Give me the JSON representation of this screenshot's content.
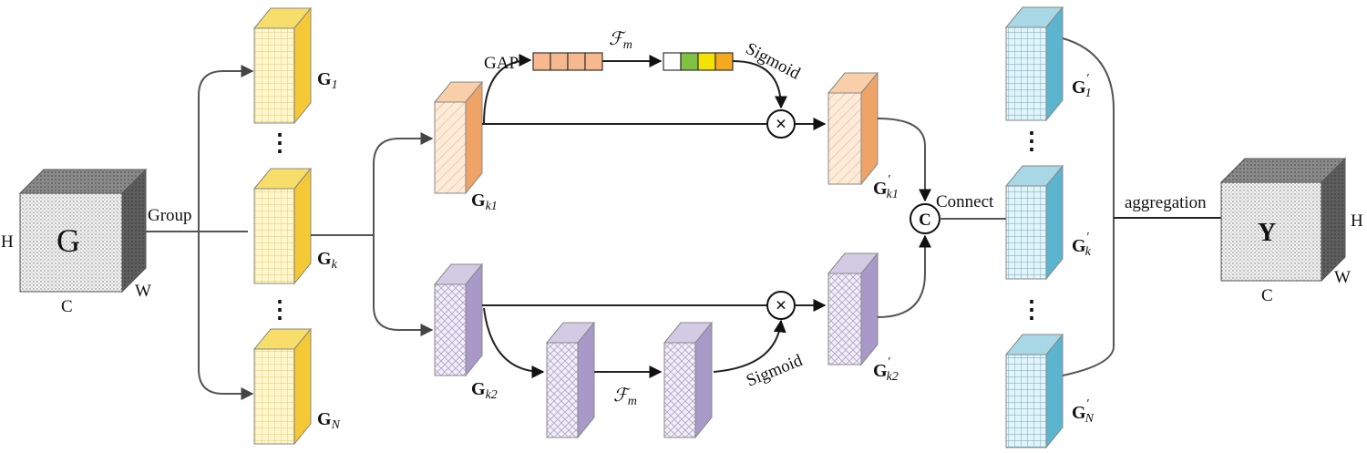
{
  "input": {
    "letter": "G",
    "h_label": "H",
    "w_label": "W",
    "c_label": "C"
  },
  "op_group": "Group",
  "groups": {
    "g1": {
      "main": "G",
      "sub": "1"
    },
    "gk": {
      "main": "G",
      "sub": "k"
    },
    "gn": {
      "main": "G",
      "sub": "N"
    },
    "dots": "⋮"
  },
  "branches": {
    "gk1": {
      "main": "G",
      "sub": "k1"
    },
    "gk2": {
      "main": "G",
      "sub": "k2"
    },
    "gap": "GAP",
    "fm_top": "ℱ",
    "fm_top_sub": "m",
    "fm_bottom": "ℱ",
    "fm_bottom_sub": "m",
    "sigmoid_top": "Sigmoid",
    "sigmoid_bottom": "Sigmoid",
    "multiply_symbol": "×",
    "gk1p": {
      "main": "G",
      "prime": "′",
      "sub": "k1"
    },
    "gk2p": {
      "main": "G",
      "prime": "′",
      "sub": "k2"
    }
  },
  "connect": {
    "symbol": "C",
    "label": "Connect"
  },
  "outputs": {
    "g1p": {
      "main": "G",
      "prime": "′",
      "sub": "1"
    },
    "gkp": {
      "main": "G",
      "prime": "′",
      "sub": "k"
    },
    "gnp": {
      "main": "G",
      "prime": "′",
      "sub": "N"
    },
    "dots": "⋮"
  },
  "op_aggregation": "aggregation",
  "result": {
    "letter": "Y",
    "h_label": "H",
    "w_label": "W",
    "c_label": "C"
  },
  "colors": {
    "yellow_front": "#fff6c8",
    "yellow_side": "#f5c936",
    "orange_front": "#fde6d2",
    "orange_side": "#f0a366",
    "purple_front": "#ece8f4",
    "purple_side": "#a999c8",
    "blue_front": "#ddf1f7",
    "blue_side": "#5bb5cf",
    "cube_gray": "#d9d9d9",
    "cube_dark": "#6d6d6d",
    "vector_orange": "#f6b88c",
    "vector_green": "#7fc241",
    "vector_yellow": "#f4e200",
    "vector_amber": "#f5a820"
  }
}
